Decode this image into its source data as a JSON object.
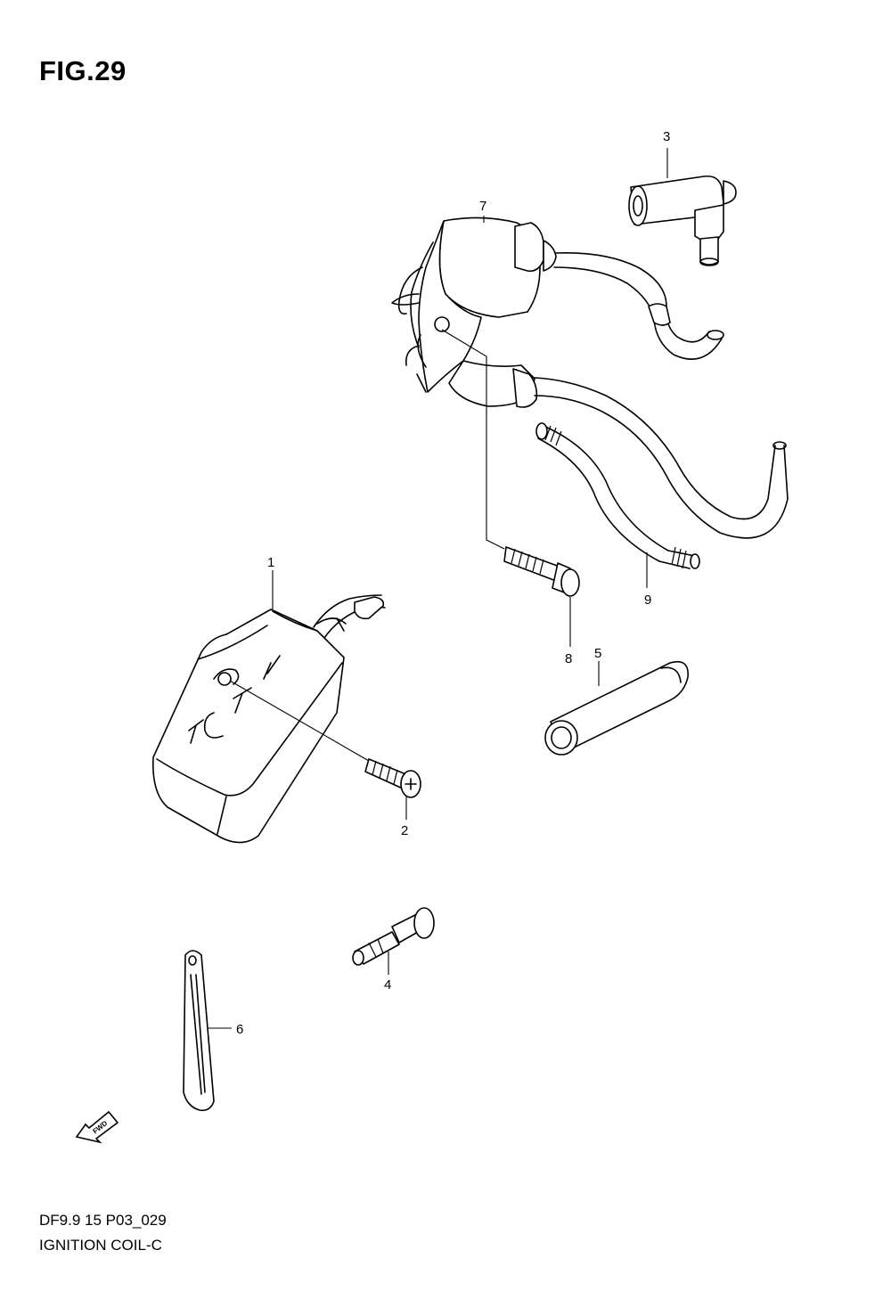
{
  "figure": {
    "title": "FIG.29",
    "footer_code": "DF9.9 15 P03_029",
    "footer_title": "IGNITION COIL-C"
  },
  "callouts": [
    {
      "id": "c1",
      "label": "1"
    },
    {
      "id": "c2",
      "label": "2"
    },
    {
      "id": "c3",
      "label": "3"
    },
    {
      "id": "c4",
      "label": "4"
    },
    {
      "id": "c5",
      "label": "5"
    },
    {
      "id": "c6",
      "label": "6"
    },
    {
      "id": "c7",
      "label": "7"
    },
    {
      "id": "c8",
      "label": "8"
    },
    {
      "id": "c9",
      "label": "9"
    }
  ],
  "fwd_arrow": {
    "label": "FWD",
    "icon": "fwd-arrow-icon"
  }
}
